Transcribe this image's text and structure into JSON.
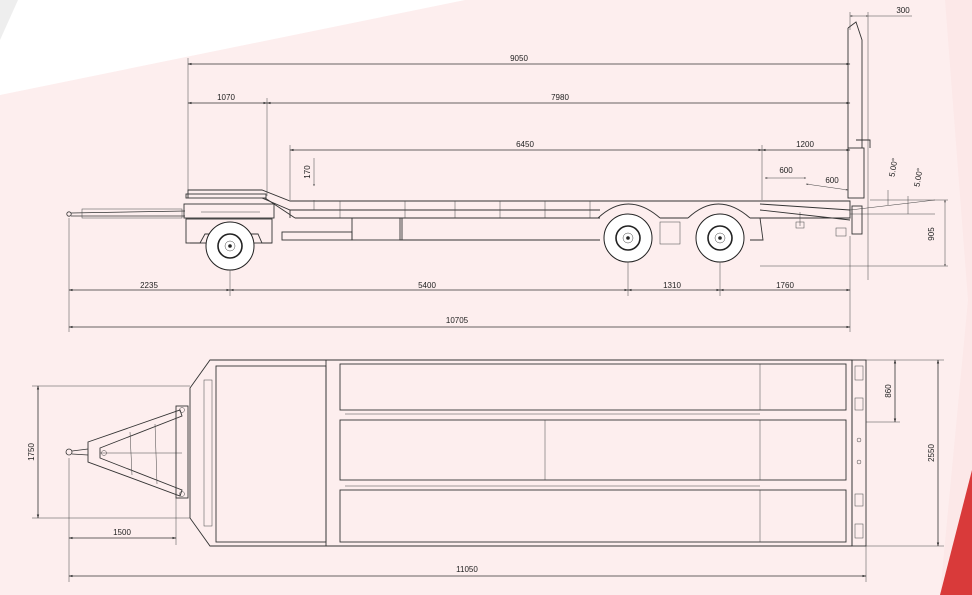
{
  "background": {
    "base": "#ffffff",
    "tint": "#fbe6e6",
    "edge_accent": "#e8c4c4",
    "right_stripe": "#d93a3a"
  },
  "side_view": {
    "dims": {
      "d300": "300",
      "d9050": "9050",
      "d1070": "1070",
      "d7980": "7980",
      "d6450": "6450",
      "d1200": "1200",
      "d170": "170",
      "d600a": "600",
      "d600b": "600",
      "ang1": "5.00°",
      "ang2": "5.00°",
      "d905": "905",
      "d2235": "2235",
      "d5400": "5400",
      "d1310": "1310",
      "d1760": "1760",
      "d10705": "10705"
    }
  },
  "top_view": {
    "dims": {
      "d1750": "1750",
      "d1500": "1500",
      "d860": "860",
      "d2550": "2550",
      "d11050": "11050"
    }
  }
}
